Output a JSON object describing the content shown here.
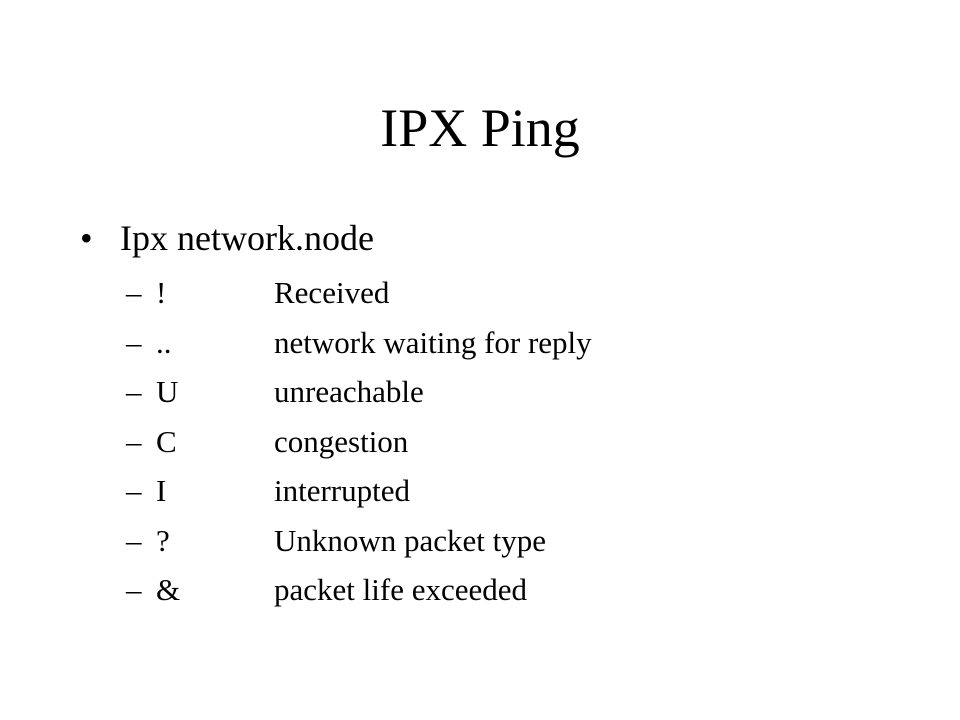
{
  "slide": {
    "title": "IPX Ping",
    "bullet": {
      "mark": "•",
      "text": "Ipx network.node"
    },
    "sub_items": [
      {
        "dash": "–",
        "symbol": "!",
        "description": "Received"
      },
      {
        "dash": "–",
        "symbol": "..",
        "description": "network waiting for reply"
      },
      {
        "dash": "–",
        "symbol": "U",
        "description": "unreachable"
      },
      {
        "dash": "–",
        "symbol": "C",
        "description": "congestion"
      },
      {
        "dash": "–",
        "symbol": "I",
        "description": "interrupted"
      },
      {
        "dash": "–",
        "symbol": "?",
        "description": "Unknown packet type"
      },
      {
        "dash": "–",
        "symbol": "&",
        "description": "packet life exceeded"
      }
    ]
  }
}
